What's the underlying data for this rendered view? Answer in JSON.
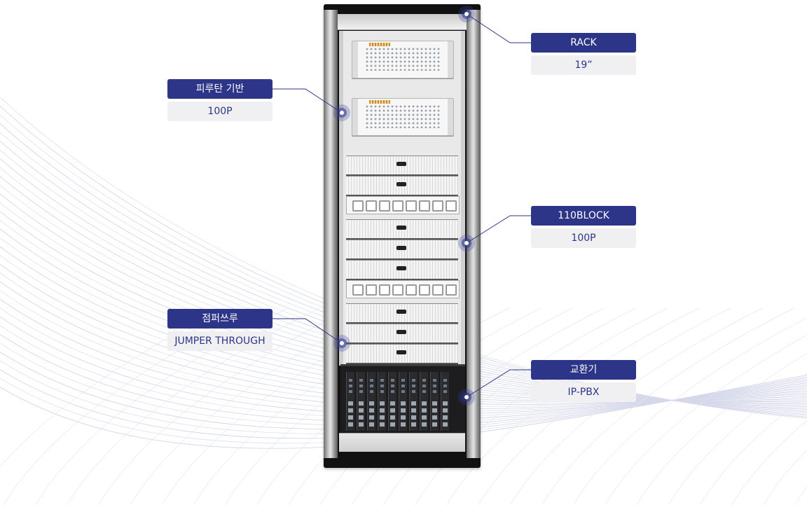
{
  "callouts": {
    "rack": {
      "title": "RACK",
      "spec": "19”"
    },
    "krone": {
      "title": "피루탄 기반",
      "spec": "100P"
    },
    "block": {
      "title": "110BLOCK",
      "spec": "100P"
    },
    "jumper": {
      "title": "점퍼쓰루",
      "spec": "JUMPER THROUGH"
    },
    "pbx": {
      "title": "교환기",
      "spec": "IP-PBX"
    }
  },
  "colors": {
    "accent": "#2c3587",
    "spec_bg": "#f0f0f2",
    "marker": "#3c4696"
  }
}
